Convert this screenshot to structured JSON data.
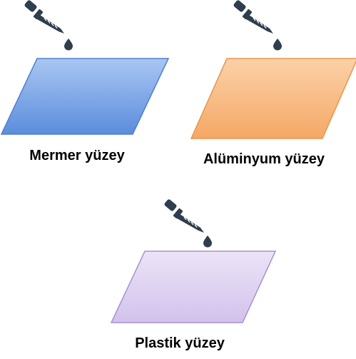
{
  "surfaces": [
    {
      "label": "Mermer yüzey",
      "fill_top": "#a9c6f3",
      "fill_bottom": "#5b8ddb",
      "stroke": "#4f7fcf"
    },
    {
      "label": "Alüminyum yüzey",
      "fill_top": "#fbd1a8",
      "fill_bottom": "#f5a866",
      "stroke": "#e8954d"
    },
    {
      "label": "Plastik yüzey",
      "fill_top": "#ece4f7",
      "fill_bottom": "#d2c2ec",
      "stroke": "#a890d6"
    }
  ],
  "dropper": {
    "icon": "dropper-icon",
    "color": "#2f3e4e"
  },
  "drop": {
    "icon": "water-drop-icon",
    "color": "#2f3e4e"
  }
}
